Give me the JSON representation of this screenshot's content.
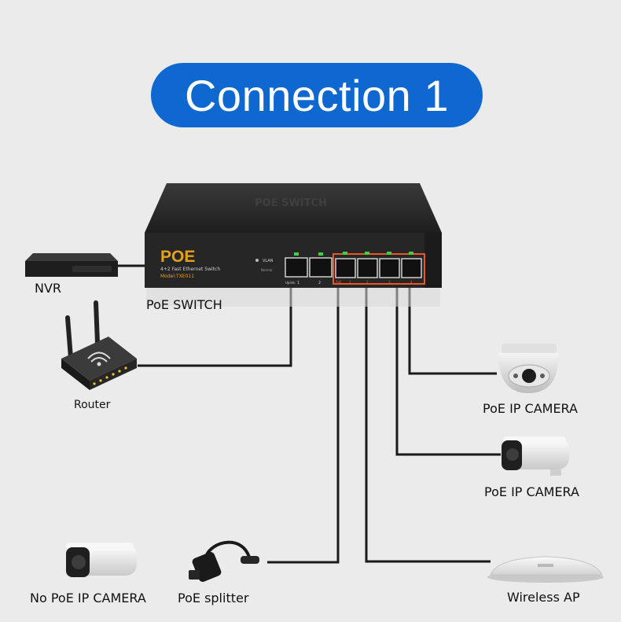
{
  "title": "Connection 1",
  "switch": {
    "top_text": "POE SWITCH",
    "logo": "POE",
    "subtitle": "4+2 Fast Ethernet Switch",
    "model": "Model:TXE011",
    "vlan": "VLAN",
    "normal": "Normal",
    "uplink_label": "Uplink",
    "uplink_ports": [
      "1",
      "2"
    ],
    "poe_label": "PoE",
    "poe_ports": [
      "1",
      "2",
      "3",
      "4"
    ]
  },
  "labels": {
    "nvr": "NVR",
    "poe_switch": "PoE SWITCH",
    "router": "Router",
    "camera_dome": "PoE IP CAMERA",
    "camera_bullet": "PoE IP CAMERA",
    "no_poe_camera": "No PoE IP CAMERA",
    "poe_splitter": "PoE splitter",
    "wireless_ap": "Wireless AP"
  },
  "colors": {
    "title_bg": "#0f68cf",
    "switch_body": "#2b2b2b",
    "poe_port_frame": "#e8572a",
    "logo": "#e3a21a",
    "cable": "#1a1a1a"
  }
}
